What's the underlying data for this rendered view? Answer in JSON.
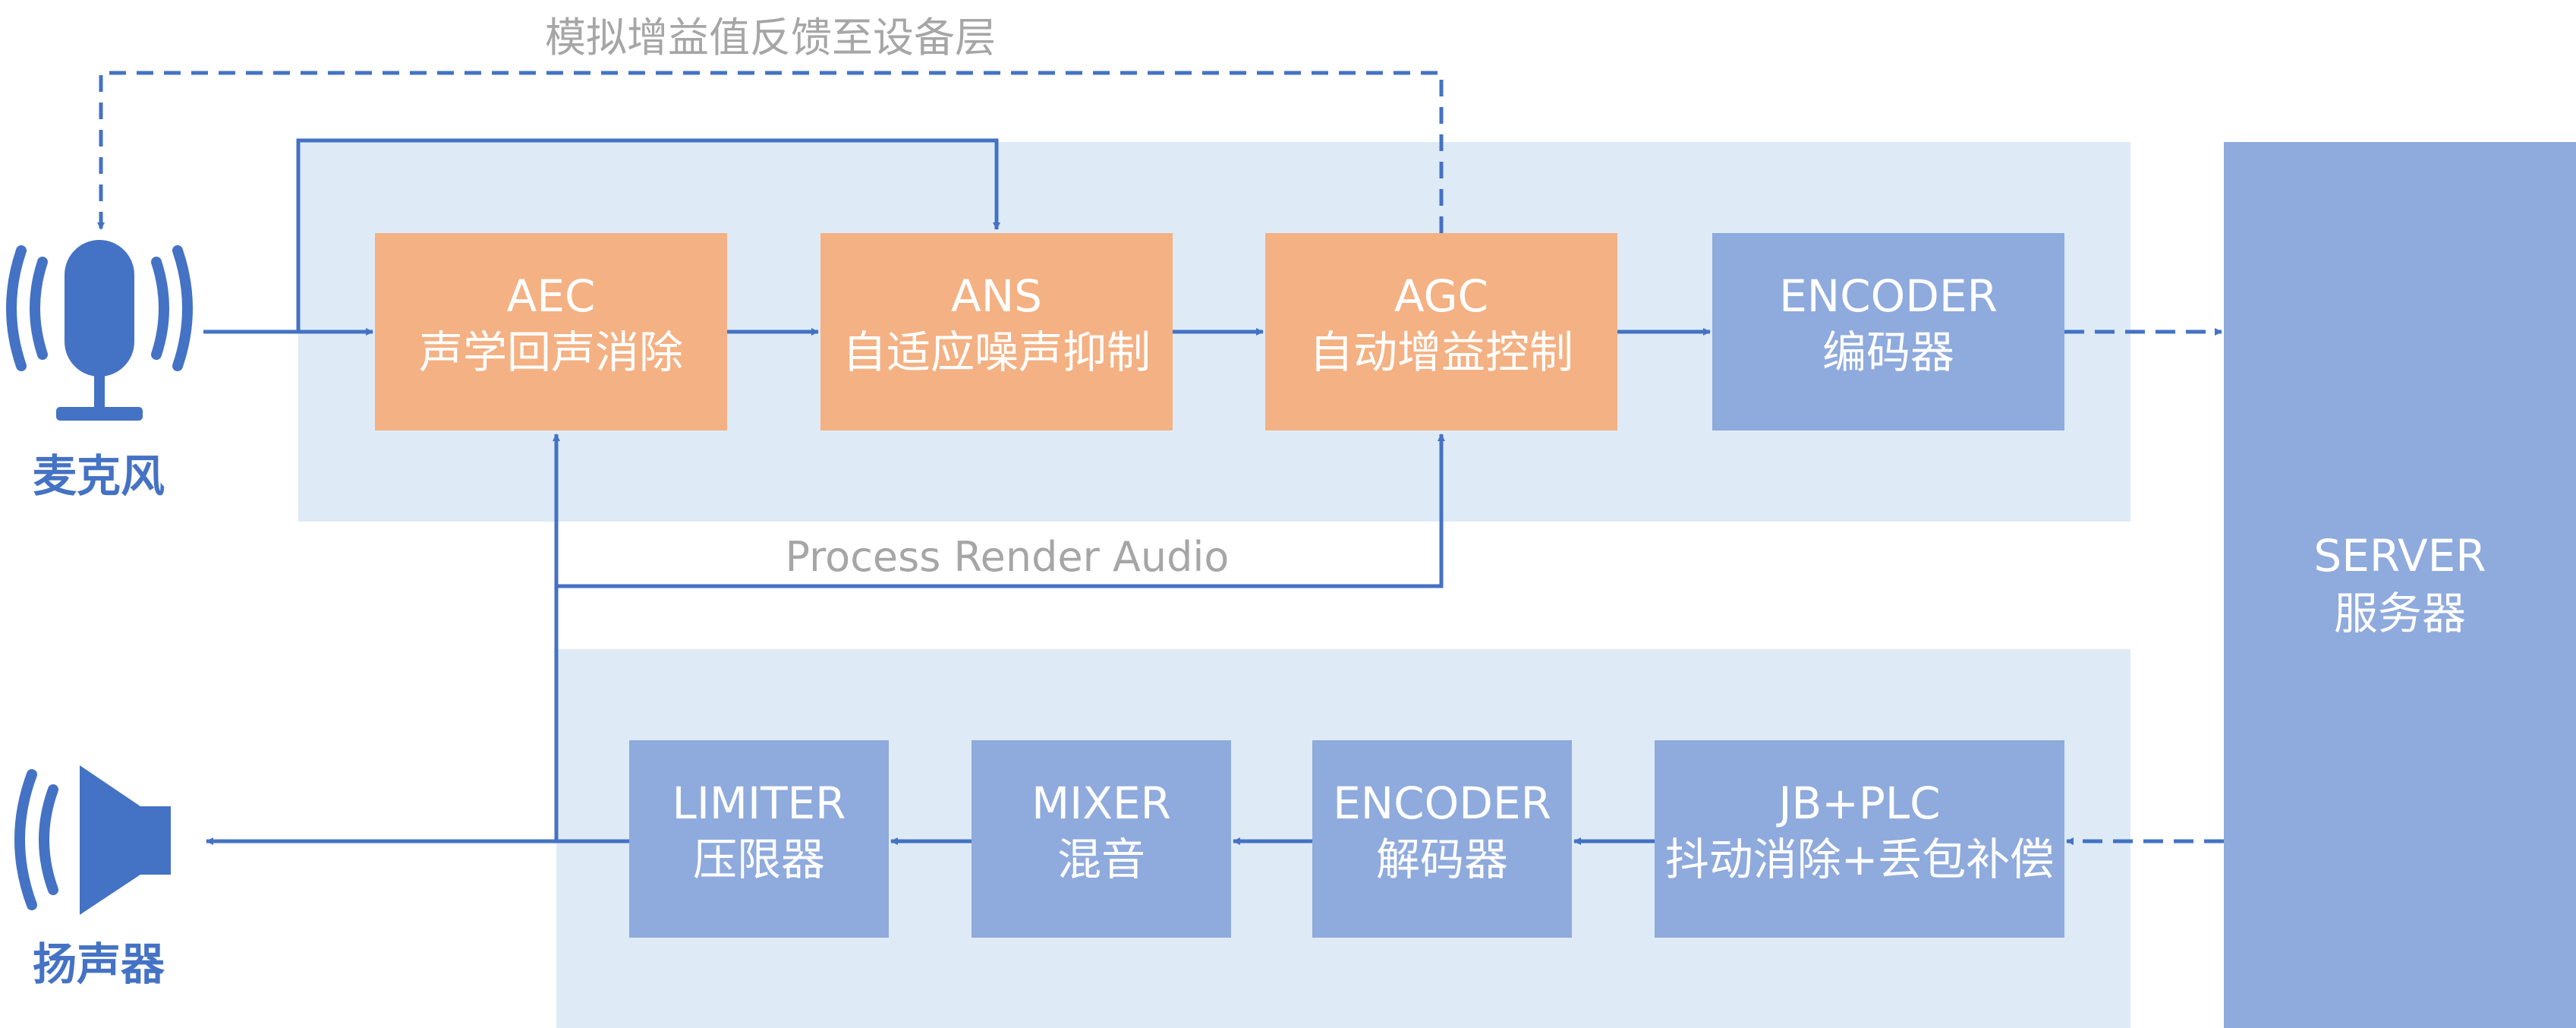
{
  "colors": {
    "region": "#deebf7",
    "orange": "#f4b183",
    "blue_block": "#8faadc",
    "line": "#4472c4",
    "grey_text": "#a6a6a6"
  },
  "labels": {
    "feedback": "模拟增益值反馈至设备层",
    "render_audio": "Process Render Audio",
    "microphone": "麦克风",
    "speaker": "扬声器"
  },
  "icons": {
    "microphone": "microphone-icon",
    "speaker": "speaker-icon"
  },
  "blocks": {
    "aec": {
      "line1": "AEC",
      "line2": "声学回声消除"
    },
    "ans": {
      "line1": "ANS",
      "line2": "自适应噪声抑制"
    },
    "agc": {
      "line1": "AGC",
      "line2": "自动增益控制"
    },
    "encoder": {
      "line1": "ENCODER",
      "line2": "编码器"
    },
    "server": {
      "line1": "SERVER",
      "line2": "服务器"
    },
    "jbplc": {
      "line1": "JB+PLC",
      "line2": "抖动消除+丢包补偿"
    },
    "decoder": {
      "line1": "ENCODER",
      "line2": "解码器"
    },
    "mixer": {
      "line1": "MIXER",
      "line2": "混音"
    },
    "limiter": {
      "line1": "LIMITER",
      "line2": "压限器"
    }
  }
}
